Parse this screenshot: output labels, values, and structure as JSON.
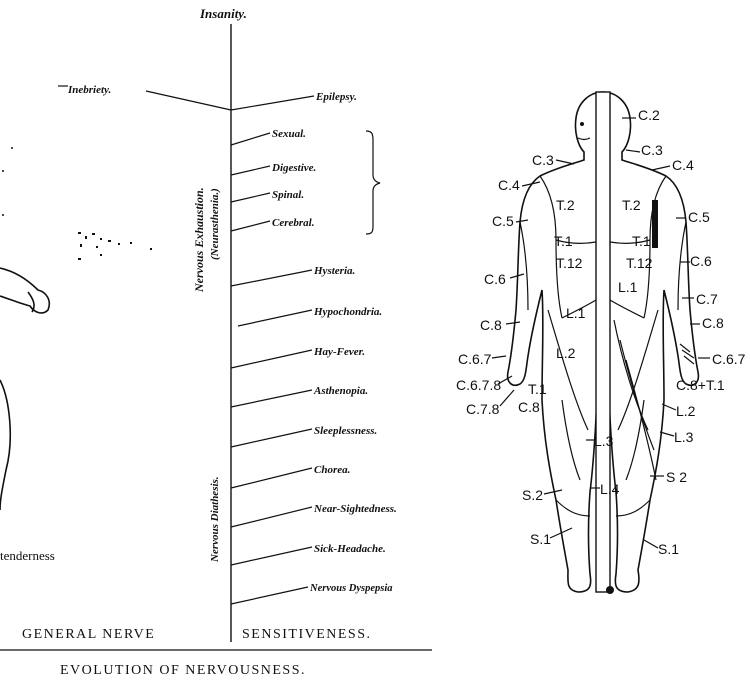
{
  "diagram": {
    "top_label": "Insanity.",
    "left_labels": [
      "Inebriety."
    ],
    "right_labels": [
      "Epilepsy.",
      "Hysteria.",
      "Hypochondria.",
      "Hay-Fever.",
      "Asthenopia.",
      "Sleeplessness.",
      "Chorea.",
      "Near-Sightedness.",
      "Sick-Headache.",
      "Nervous Dyspepsia"
    ],
    "exhaustion_types": [
      "Sexual.",
      "Digestive.",
      "Spinal.",
      "Cerebral."
    ],
    "vertical_labels": [
      "Nervous Exhaustion.",
      "(Neurasthenia.)",
      "Nervous Diathesis."
    ],
    "left_fragment_text": "tenderness",
    "bottom_left_label": "GENERAL NERVE",
    "bottom_right_label": "SENSITIVENESS.",
    "title": "EVOLUTION OF NERVOUSNESS."
  },
  "dermatome_labels": [
    "C.2",
    "C.3",
    "C.3",
    "C.4",
    "C.4",
    "C.5",
    "C.5",
    "T.2",
    "T.2",
    "T.1",
    "T.1",
    "T.12",
    "T.12",
    "C.6",
    "C.6",
    "L.1",
    "L.1",
    "C.7",
    "C.8",
    "C.8",
    "C.6.7",
    "C.6.7",
    "C.6.7.8",
    "C.8+T.1",
    "T.1",
    "C.7.8",
    "C.8",
    "L.2",
    "L.2",
    "L.3",
    "L.3",
    "S.2",
    "S 2",
    "L.4",
    "S.1",
    "S.1"
  ]
}
